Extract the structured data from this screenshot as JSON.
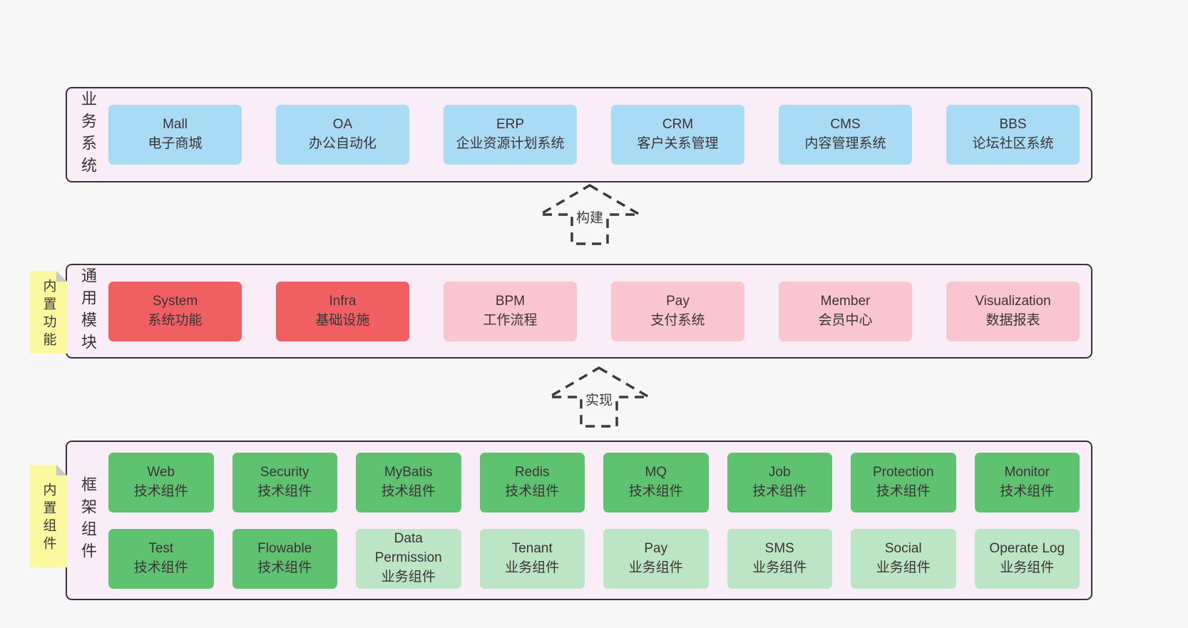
{
  "diagram_title": "framework-architecture-diagram",
  "colors": {
    "page-bg": "#f7f7f7",
    "band-bg": "#f9eef8",
    "band-border": "#333333",
    "blue": "#a9dcf4",
    "red": "#f05f62",
    "pink": "#f9c6cf",
    "green": "#5fc271",
    "lightgreen": "#bce5c5",
    "yellow": "#fbf9a0",
    "fold": "#c8c8c8",
    "text": "#3b3b3b"
  },
  "bands": [
    {
      "label": "业务系统",
      "note": "",
      "gap": "wide",
      "rows": [
        [
          {
            "title": "Mall",
            "subtitle": "电子商城",
            "variant": "blue"
          },
          {
            "title": "OA",
            "subtitle": "办公自动化",
            "variant": "blue"
          },
          {
            "title": "ERP",
            "subtitle": "企业资源计划系统",
            "variant": "blue"
          },
          {
            "title": "CRM",
            "subtitle": "客户关系管理",
            "variant": "blue"
          },
          {
            "title": "CMS",
            "subtitle": "内容管理系统",
            "variant": "blue"
          },
          {
            "title": "BBS",
            "subtitle": "论坛社区系统",
            "variant": "blue"
          }
        ]
      ]
    },
    {
      "label": "通用模块",
      "note": "内置功能",
      "gap": "wide",
      "rows": [
        [
          {
            "title": "System",
            "subtitle": "系统功能",
            "variant": "red"
          },
          {
            "title": "Infra",
            "subtitle": "基础设施",
            "variant": "red"
          },
          {
            "title": "BPM",
            "subtitle": "工作流程",
            "variant": "pink"
          },
          {
            "title": "Pay",
            "subtitle": "支付系统",
            "variant": "pink"
          },
          {
            "title": "Member",
            "subtitle": "会员中心",
            "variant": "pink"
          },
          {
            "title": "Visualization",
            "subtitle": "数据报表",
            "variant": "pink"
          }
        ]
      ]
    },
    {
      "label": "框架组件",
      "note": "内置组件",
      "gap": "narrow",
      "rows": [
        [
          {
            "title": "Web",
            "subtitle": "技术组件",
            "variant": "green"
          },
          {
            "title": "Security",
            "subtitle": "技术组件",
            "variant": "green"
          },
          {
            "title": "MyBatis",
            "subtitle": "技术组件",
            "variant": "green"
          },
          {
            "title": "Redis",
            "subtitle": "技术组件",
            "variant": "green"
          },
          {
            "title": "MQ",
            "subtitle": "技术组件",
            "variant": "green"
          },
          {
            "title": "Job",
            "subtitle": "技术组件",
            "variant": "green"
          },
          {
            "title": "Protection",
            "subtitle": "技术组件",
            "variant": "green"
          },
          {
            "title": "Monitor",
            "subtitle": "技术组件",
            "variant": "green"
          }
        ],
        [
          {
            "title": "Test",
            "subtitle": "技术组件",
            "variant": "green"
          },
          {
            "title": "Flowable",
            "subtitle": "技术组件",
            "variant": "green"
          },
          {
            "title": "Data Permission",
            "subtitle": "业务组件",
            "variant": "lightgreen"
          },
          {
            "title": "Tenant",
            "subtitle": "业务组件",
            "variant": "lightgreen"
          },
          {
            "title": "Pay",
            "subtitle": "业务组件",
            "variant": "lightgreen"
          },
          {
            "title": "SMS",
            "subtitle": "业务组件",
            "variant": "lightgreen"
          },
          {
            "title": "Social",
            "subtitle": "业务组件",
            "variant": "lightgreen"
          },
          {
            "title": "Operate Log",
            "subtitle": "业务组件",
            "variant": "lightgreen"
          }
        ]
      ]
    }
  ],
  "arrows": [
    {
      "label": "构建"
    },
    {
      "label": "实现"
    }
  ]
}
